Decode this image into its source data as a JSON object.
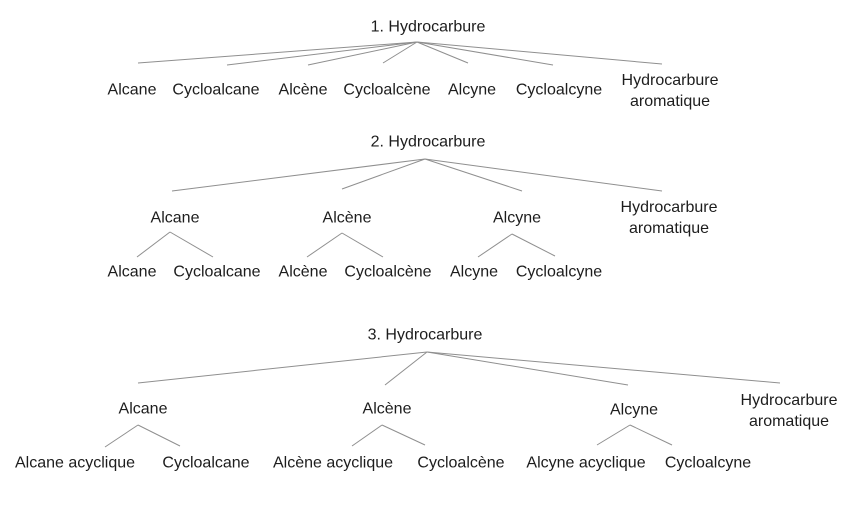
{
  "page": {
    "background": "#ffffff",
    "text_color": "#1d1d1d",
    "line_color": "#8f8f8f"
  },
  "trees": [
    {
      "title": "1. Hydrocarbure",
      "children": [
        "Alcane",
        "Cycloalcane",
        "Alcène",
        "Cycloalcène",
        "Alcyne",
        "Cycloalcyne",
        "Hydrocarbure aromatique"
      ]
    },
    {
      "title": "2. Hydrocarbure",
      "branches": [
        {
          "label": "Alcane",
          "children": [
            "Alcane",
            "Cycloalcane"
          ]
        },
        {
          "label": "Alcène",
          "children": [
            "Alcène",
            "Cycloalcène"
          ]
        },
        {
          "label": "Alcyne",
          "children": [
            "Alcyne",
            "Cycloalcyne"
          ]
        },
        {
          "label": "Hydrocarbure aromatique",
          "children": []
        }
      ]
    },
    {
      "title": "3. Hydrocarbure",
      "branches": [
        {
          "label": "Alcane",
          "children": [
            "Alcane acyclique",
            "Cycloalcane"
          ]
        },
        {
          "label": "Alcène",
          "children": [
            "Alcène acyclique",
            "Cycloalcène"
          ]
        },
        {
          "label": "Alcyne",
          "children": [
            "Alcyne acyclique",
            "Cycloalcyne"
          ]
        },
        {
          "label": "Hydrocarbure aromatique",
          "children": []
        }
      ]
    }
  ]
}
